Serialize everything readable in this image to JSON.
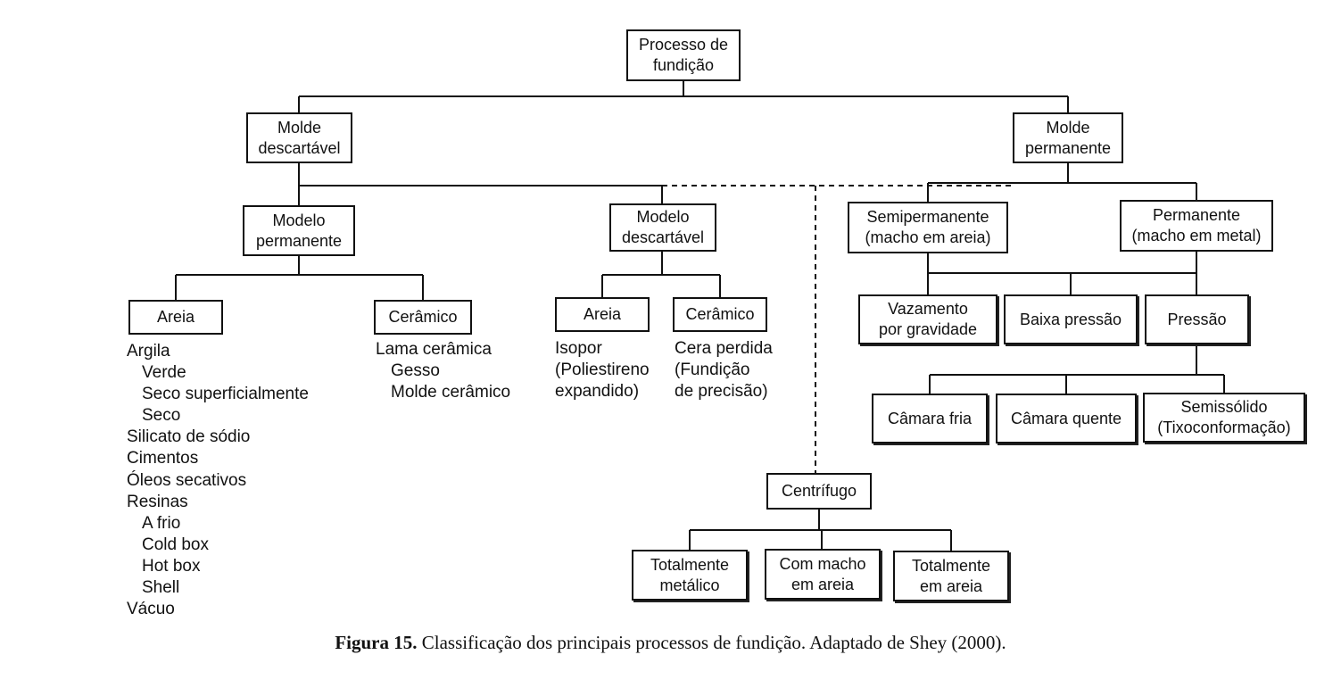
{
  "diagram": {
    "nodes": {
      "root": "Processo de\nfundição",
      "molde_descartavel": "Molde\ndescartável",
      "molde_permanente": "Molde\npermanente",
      "modelo_permanente": "Modelo\npermanente",
      "modelo_descartavel": "Modelo\ndescartável",
      "areia_mp": "Areia",
      "ceramico_mp": "Cerâmico",
      "areia_md": "Areia",
      "ceramico_md": "Cerâmico",
      "semipermanente": "Semipermanente\n(macho em areia)",
      "permanente": "Permanente\n(macho em metal)",
      "vazamento": "Vazamento\npor gravidade",
      "baixa_pressao": "Baixa pressão",
      "pressao": "Pressão",
      "camara_fria": "Câmara fria",
      "camara_quente": "Câmara quente",
      "semissolido": "Semissólido\n(Tixoconformação)",
      "centrifugo": "Centrífugo",
      "totalmente_metalico": "Totalmente\nmetálico",
      "com_macho": "Com macho\nem areia",
      "totalmente_areia": "Totalmente\nem areia"
    },
    "lists": {
      "areia_mp": [
        "Argila",
        "Verde",
        "Seco superficialmente",
        "Seco",
        "Silicato de sódio",
        "Cimentos",
        "Óleos secativos",
        "Resinas",
        "A frio",
        "Cold box",
        "Hot box",
        "Shell",
        "Vácuo"
      ],
      "areia_mp_indent": [
        false,
        true,
        true,
        true,
        false,
        false,
        false,
        false,
        true,
        true,
        true,
        true,
        false
      ],
      "ceramico_mp": [
        "Lama cerâmica",
        "Gesso",
        "Molde cerâmico"
      ],
      "ceramico_mp_indent": [
        false,
        true,
        true
      ],
      "areia_md": [
        "Isopor",
        "(Poliestireno",
        "expandido)"
      ],
      "ceramico_md": [
        "Cera perdida",
        "(Fundição",
        "de precisão)"
      ]
    },
    "caption": {
      "label": "Figura 15.",
      "text": " Classificação dos principais processos de fundição. Adaptado de Shey (2000)."
    }
  }
}
